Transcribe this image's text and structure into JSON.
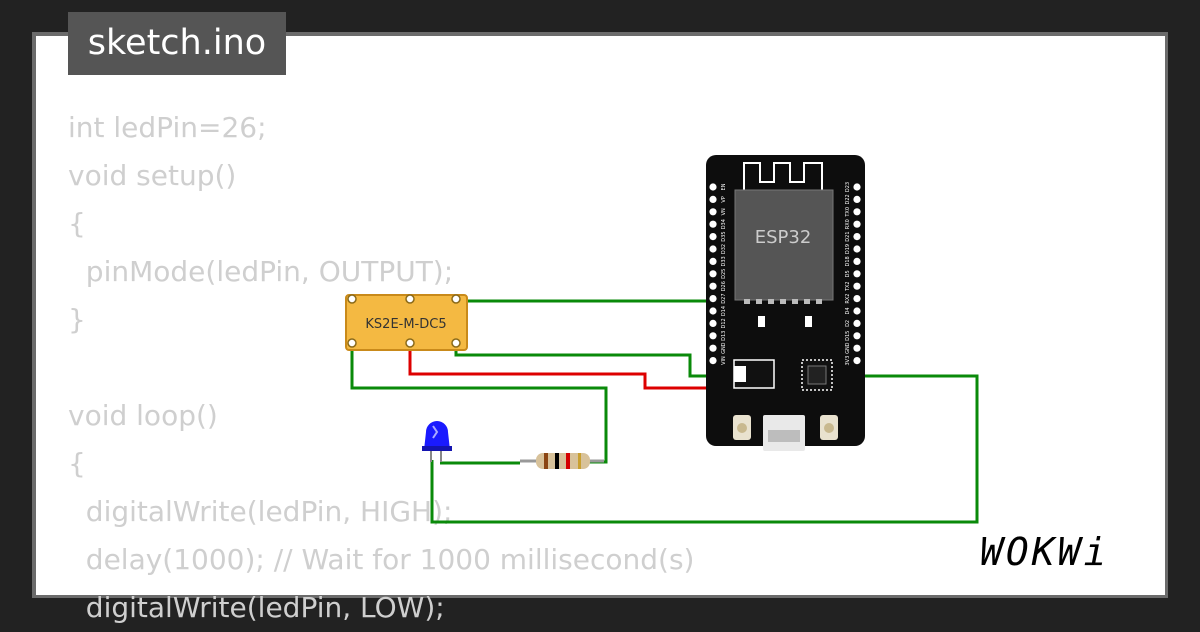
{
  "tab": {
    "filename": "sketch.ino"
  },
  "code": {
    "lines": [
      "int ledPin=26;",
      "void setup()",
      "{",
      "  pinMode(ledPin, OUTPUT);",
      "}",
      "",
      "void loop()",
      "{",
      "  digitalWrite(ledPin, HIGH);",
      "  delay(1000); // Wait for 1000 millisecond(s)",
      "  digitalWrite(ledPin, LOW);"
    ]
  },
  "components": {
    "relay": {
      "label": "KS2E-M-DC5",
      "color": "#f4b942"
    },
    "esp32": {
      "label": "ESP32",
      "left_pins": [
        "EN",
        "VP",
        "VN",
        "D34",
        "D35",
        "D32",
        "D33",
        "D25",
        "D26",
        "D27",
        "D14",
        "D12",
        "D13",
        "GND",
        "VIN"
      ],
      "right_pins": [
        "D23",
        "D22",
        "TX0",
        "RX0",
        "D21",
        "D19",
        "D18",
        "D5",
        "TX2",
        "RX2",
        "D4",
        "D2",
        "D15",
        "GND",
        "3V3"
      ]
    },
    "led": {
      "color": "#1a1aff"
    },
    "resistor": {}
  },
  "wires": {
    "green": "#0a8a0a",
    "red": "#dd0000"
  },
  "brand": {
    "name": "WOKWi"
  }
}
